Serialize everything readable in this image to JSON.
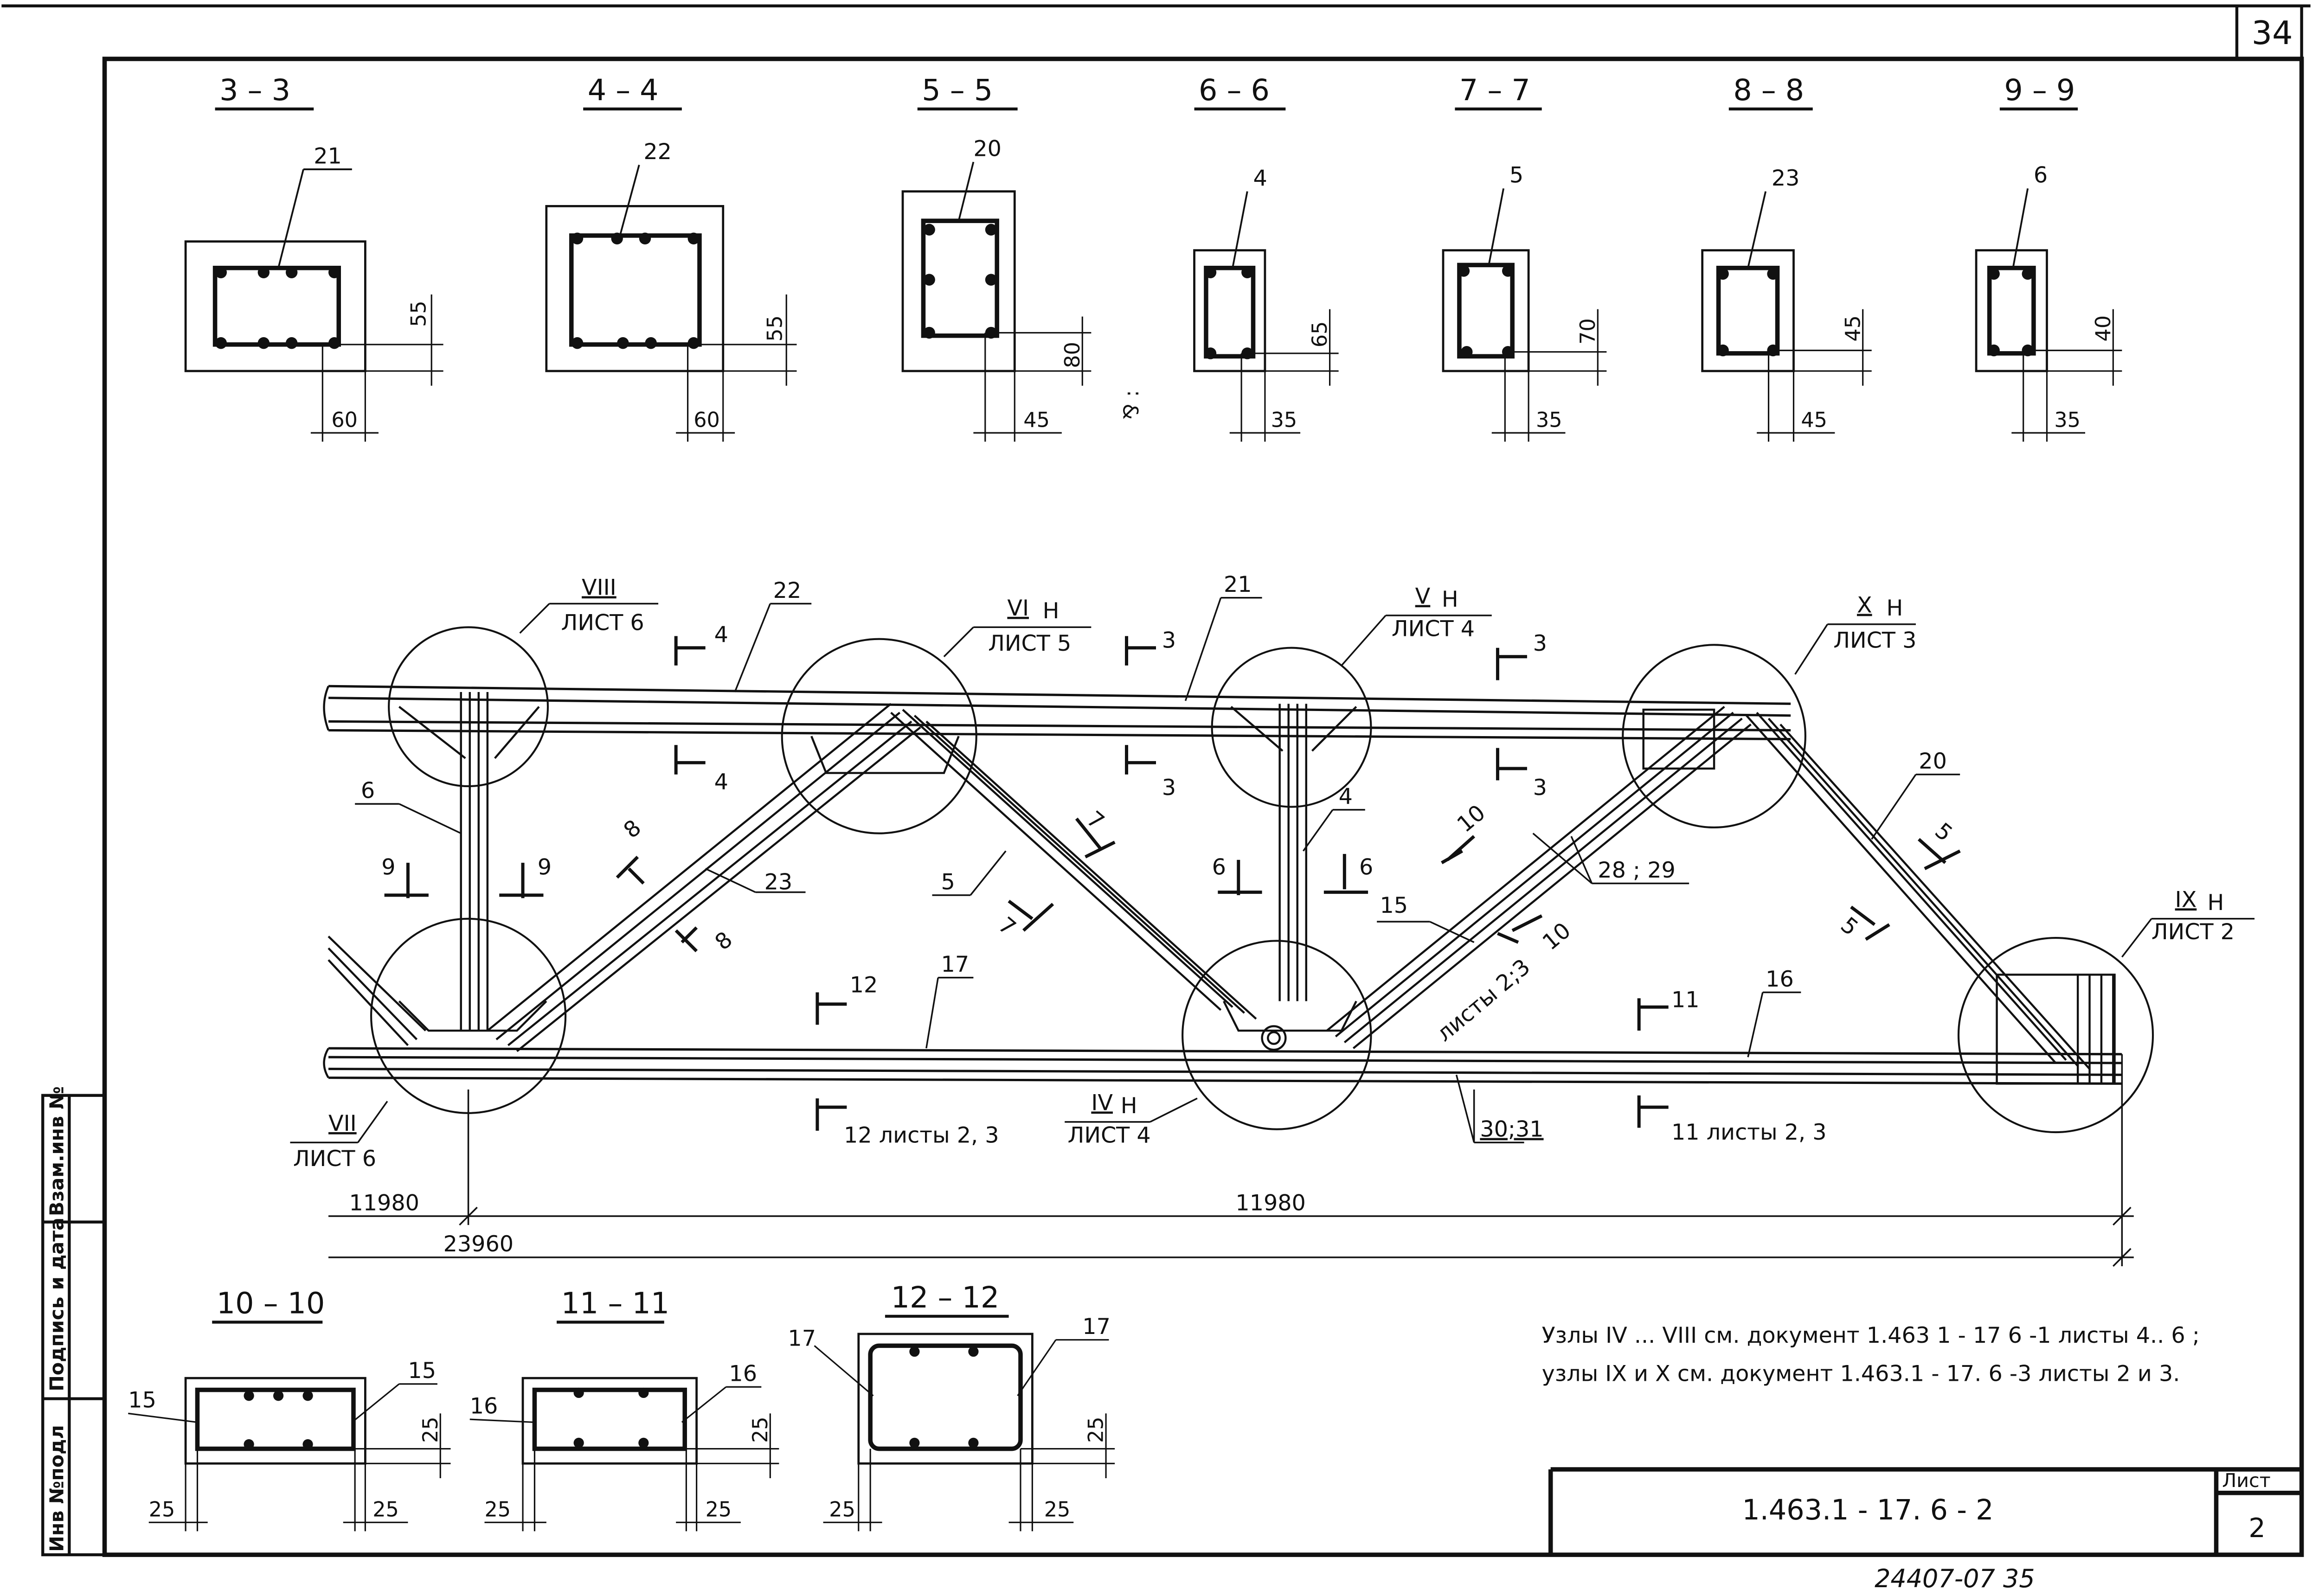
{
  "page": {
    "number": "34",
    "bottom_stamp": "24407-07  35"
  },
  "sections_top": [
    {
      "title": "3 – 3",
      "bar": "21",
      "dim_v": "55",
      "dim_h": "60"
    },
    {
      "title": "4 – 4",
      "bar": "22",
      "dim_v": "55",
      "dim_h": "60"
    },
    {
      "title": "5 – 5",
      "bar": "20",
      "dim_v": "80",
      "dim_h": "45"
    },
    {
      "title": "6 – 6",
      "bar": "4",
      "dim_v": "65",
      "dim_h": "35"
    },
    {
      "title": "7 – 7",
      "bar": "5",
      "dim_v": "70",
      "dim_h": "35"
    },
    {
      "title": "8 – 8",
      "bar": "23",
      "dim_v": "45",
      "dim_h": "45"
    },
    {
      "title": "9 – 9",
      "bar": "6",
      "dim_v": "40",
      "dim_h": "35"
    }
  ],
  "sections_bottom": [
    {
      "title": "10 – 10",
      "bar_left": "15",
      "bar_right": "15",
      "dim_v": "25",
      "dim_h1": "25",
      "dim_h2": "25"
    },
    {
      "title": "11 – 11",
      "bar_left": "16",
      "bar_right": "16",
      "dim_v": "25",
      "dim_h1": "25",
      "dim_h2": "25"
    },
    {
      "title": "12 – 12",
      "bar_left": "17",
      "bar_right": "17",
      "dim_v": "25",
      "dim_h1": "25",
      "dim_h2": "25"
    }
  ],
  "nodes": [
    {
      "id": "VIII",
      "suffix": "",
      "sheet": "ЛИСТ 6"
    },
    {
      "id": "VI",
      "suffix": "Н",
      "sheet": "ЛИСТ 5"
    },
    {
      "id": "V",
      "suffix": "Н",
      "sheet": "ЛИСТ 4"
    },
    {
      "id": "X",
      "suffix": "Н",
      "sheet": "ЛИСТ 3"
    },
    {
      "id": "IX",
      "suffix": "Н",
      "sheet": "ЛИСТ 2"
    },
    {
      "id": "VII",
      "suffix": "",
      "sheet": "ЛИСТ 6"
    },
    {
      "id": "IV",
      "suffix": "Н",
      "sheet": "ЛИСТ 4"
    }
  ],
  "bar_labels": {
    "b22": "22",
    "b21": "21",
    "b20": "20",
    "b6": "6",
    "b4": "4",
    "b23": "23",
    "b5": "5",
    "b15": "15",
    "b2829": "28 ; 29",
    "b17": "17",
    "b16": "16",
    "b3031": "30;31"
  },
  "cut_marks": {
    "c4a": "4",
    "c4b": "4",
    "c3a": "3",
    "c3b": "3",
    "c3c": "3",
    "c3d": "3",
    "c9a": "9",
    "c9b": "9",
    "c8a": "8",
    "c8b": "8",
    "c7a": "7",
    "c7b": "7",
    "c6a": "6",
    "c6b": "6",
    "c10a": "10",
    "c10b": "10",
    "c5a": "5",
    "c5b": "5",
    "c12a": "12",
    "c12b": "12 листы 2, 3",
    "c11a": "11",
    "c11b": "11  листы  2, 3",
    "sheets23": "листы 2;3"
  },
  "dimensions": {
    "left_span": "11980",
    "right_span": "11980",
    "total": "23960"
  },
  "notes": [
    "Узлы IV ... VIII см. документ 1.463 1 - 17 6 -1 листы 4.. 6 ;",
    "узлы IX и X см. документ 1.463.1 - 17. 6 -3 листы  2 и 3."
  ],
  "title_block": {
    "code": "1.463.1 - 17. 6 - 2",
    "sheet_label": "Лист",
    "sheet_no": "2"
  },
  "side_stamp": [
    "Инв №подл",
    "Подпись и дата",
    "Взам.инв №"
  ]
}
